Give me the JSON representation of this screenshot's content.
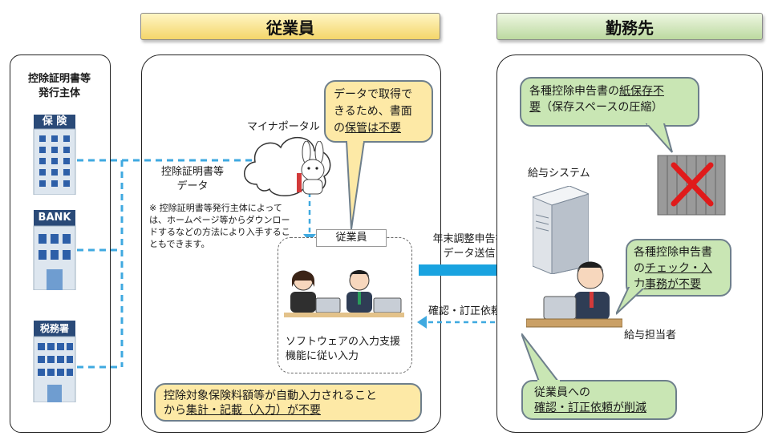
{
  "headers": {
    "employee": "従業員",
    "workplace": "勤務先"
  },
  "issuer": {
    "title_line1": "控除証明書等",
    "title_line2": "発行主体"
  },
  "buildings": [
    {
      "sign": "保 険"
    },
    {
      "sign": "BANK"
    },
    {
      "sign": "税務署"
    }
  ],
  "employee_panel": {
    "portal_label": "マイナポータル",
    "cert_label_line1": "控除証明書等",
    "cert_label_line2": "データ",
    "note": "※ 控除証明書等発行主体によっては、ホームページ等からダウンロードするなどの方法により入手することもできます。",
    "employee_label": "従業員",
    "software_line1": "ソフトウェアの入力支援",
    "software_line2": "機能に従い入力",
    "callout_top": {
      "line1": "データで取得で",
      "line2": "きるため、書面",
      "line3_a": "の",
      "line3_b": "保管は不要"
    },
    "callout_bottom": {
      "line1": "控除対象保険料額等が自動入力されること",
      "line2_a": "から",
      "line2_b": "集計・記載（入力）が不要"
    }
  },
  "arrows": {
    "send_line1": "年末調整申告書",
    "send_line2": "データ送信",
    "request": "確認・訂正依頼"
  },
  "workplace_panel": {
    "callout_top": {
      "line1_a": "各種控除申告書の",
      "line1_b": "紙保存不",
      "line2_a": "要",
      "line2_b": "（保存スペースの圧縮）"
    },
    "system_label": "給与システム",
    "callout_right": {
      "line1": "各種控除申告書",
      "line2_a": "の",
      "line2_b": "チェック・入",
      "line3": "力事務が不要"
    },
    "staff_label": "給与担当者",
    "callout_bottom": {
      "line1": "従業員への",
      "line2": "確認・訂正依頼が削減"
    }
  },
  "colors": {
    "arrow_blue": "#19a3e0",
    "dash_blue": "#3fa9e0",
    "callout_yellow": "#fde9a6",
    "callout_green": "#c9e6b4"
  }
}
